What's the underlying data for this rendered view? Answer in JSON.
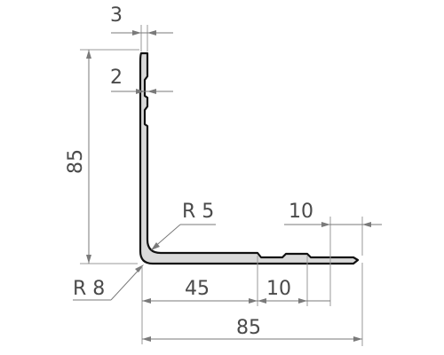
{
  "drawing": {
    "title": "",
    "dimensions": {
      "thickness_top": "3",
      "notch_depth": "2",
      "vertical_leg": "85",
      "inner_radius": "R 5",
      "outer_radius": "R 8",
      "to_notch": "45",
      "notch_width_bottom": "10",
      "notch_width_top": "10",
      "horizontal_leg": "85"
    },
    "colors": {
      "profile_outline": "#111111",
      "profile_fill": "#d9d9d9",
      "dimension_lines": "#7a7a7a",
      "text": "#4a4a4a"
    }
  }
}
